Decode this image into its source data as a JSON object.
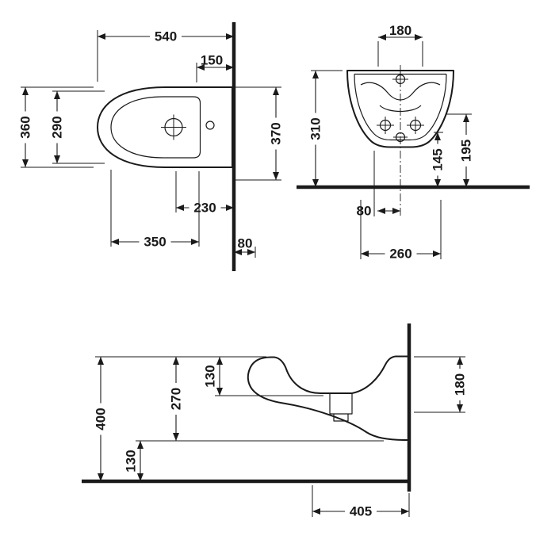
{
  "drawing": {
    "kind": "sanitary-ware technical dimension drawing",
    "line_color": "#1a1a1a",
    "background": "#ffffff"
  },
  "top_view": {
    "dims": [
      {
        "name": "overall-length",
        "value": "540"
      },
      {
        "name": "tap-hole-to-wall",
        "value": "150"
      },
      {
        "name": "overall-width",
        "value": "360"
      },
      {
        "name": "inner-width",
        "value": "290"
      },
      {
        "name": "side-depth",
        "value": "370"
      },
      {
        "name": "drain-to-wall",
        "value": "230"
      },
      {
        "name": "bowl-length",
        "value": "350"
      },
      {
        "name": "behind-wall-offset",
        "value": "80"
      }
    ]
  },
  "front_view": {
    "dims": [
      {
        "name": "hole-spacing",
        "value": "180"
      },
      {
        "name": "overall-height",
        "value": "310"
      },
      {
        "name": "side-bottom-height",
        "value": "145"
      },
      {
        "name": "center-bottom-height",
        "value": "195"
      },
      {
        "name": "center-offset",
        "value": "80"
      },
      {
        "name": "fixing-spacing",
        "value": "260"
      }
    ]
  },
  "side_view": {
    "dims": [
      {
        "name": "bowl-depth",
        "value": "130"
      },
      {
        "name": "body-depth",
        "value": "270"
      },
      {
        "name": "rim-height",
        "value": "400"
      },
      {
        "name": "underside-clearance",
        "value": "130"
      },
      {
        "name": "rear-height",
        "value": "180"
      },
      {
        "name": "projection",
        "value": "405"
      }
    ]
  }
}
